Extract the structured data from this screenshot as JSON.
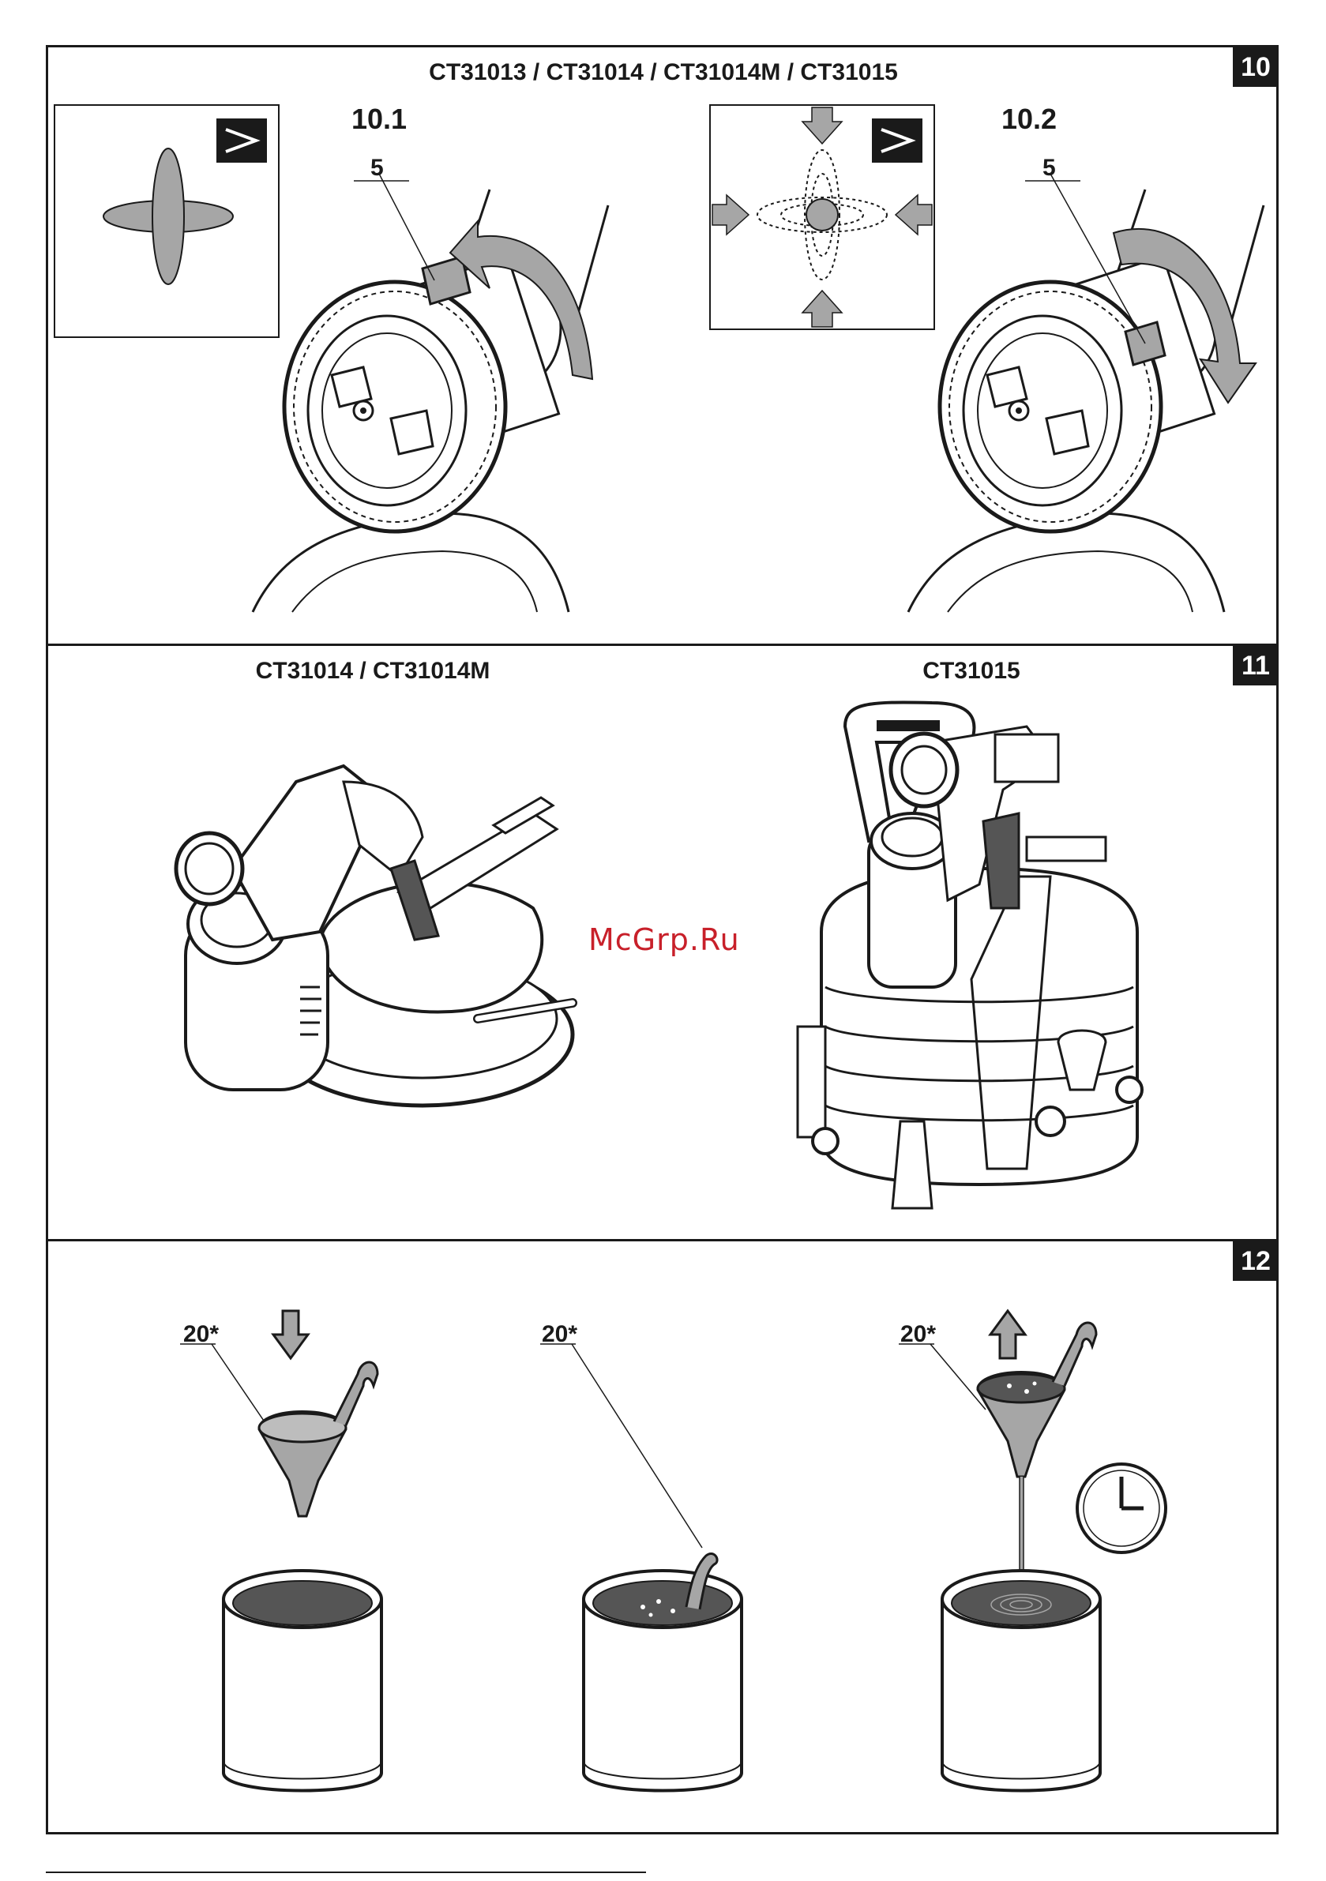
{
  "section10": {
    "badge": "10",
    "models": "CT31013 / CT31014 / CT31014M / CT31015",
    "step1": {
      "label": "10.1",
      "callout": "5"
    },
    "step2": {
      "label": "10.2",
      "callout": "5"
    }
  },
  "section11": {
    "badge": "11",
    "left_model": "CT31014 / CT31014M",
    "right_model": "CT31015"
  },
  "section12": {
    "badge": "12",
    "callouts": [
      "20*",
      "20*",
      "20*"
    ]
  },
  "watermark": "McGrp.Ru",
  "colors": {
    "ink": "#1a1a1a",
    "fill_gray": "#a6a6a6",
    "paint": "#555555",
    "watermark": "#c8202a"
  }
}
